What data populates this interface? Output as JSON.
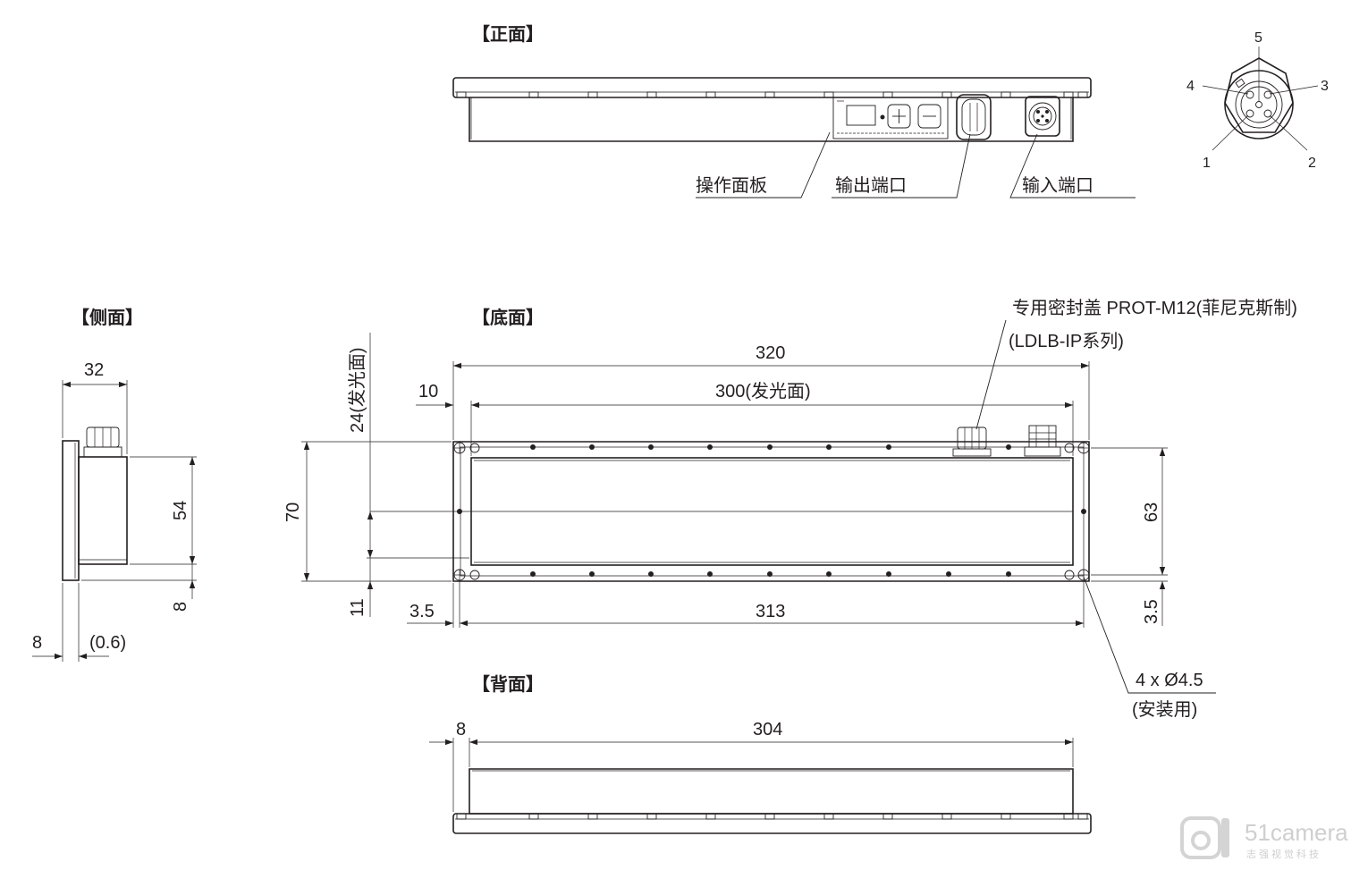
{
  "views": {
    "front": "【正面】",
    "side": "【侧面】",
    "bottom": "【底面】",
    "back": "【背面】"
  },
  "callouts": {
    "control_panel": "操作面板",
    "output_port": "输出端口",
    "input_port": "输入端口",
    "cap_line1": "专用密封盖 PROT-M12(菲尼克斯制)",
    "cap_line2": "(LDLB-IP系列)",
    "holes_line1": "4 x Ø4.5",
    "holes_line2": "(安装用)"
  },
  "connector_pins": [
    "1",
    "2",
    "3",
    "4",
    "5"
  ],
  "dimensions": {
    "side_depth": "32",
    "side_height": "54",
    "side_base": "8",
    "side_plate": "8",
    "side_gap": "(0.6)",
    "overall_length": "320",
    "emitting_length": "300(发光面)",
    "edge_offset": "10",
    "emitting_width": "24(发光面)",
    "overall_width": "70",
    "bottom_offset": "11",
    "hole_offset_left": "3.5",
    "hole_pitch": "313",
    "hole_span": "63",
    "hole_offset_right": "3.5",
    "back_offset": "8",
    "back_length": "304"
  },
  "watermark": {
    "brand": "51camera",
    "sub": "志强视觉科技"
  }
}
